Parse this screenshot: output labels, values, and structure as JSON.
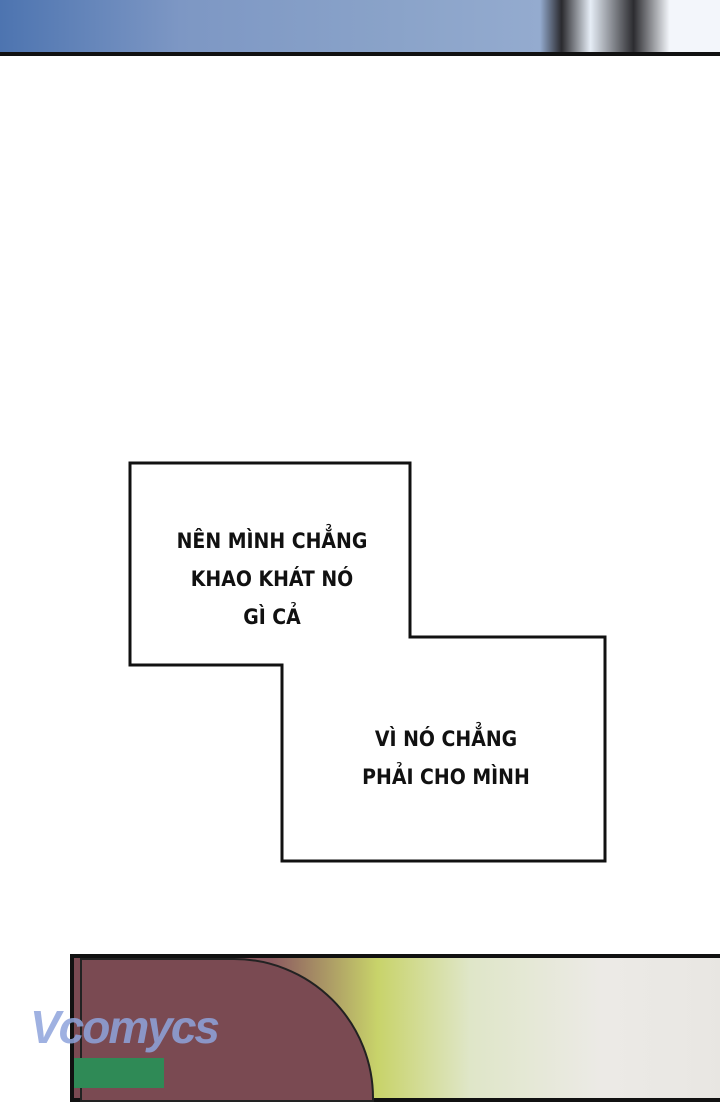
{
  "caption_1": {
    "lines": [
      "NÊN MÌNH CHẲNG",
      "KHAO KHÁT NÓ",
      "GÌ CẢ"
    ]
  },
  "caption_2": {
    "lines": [
      "VÌ NÓ CHẲNG",
      "PHẢI CHO MÌNH"
    ]
  },
  "watermark": "Vcomycs"
}
